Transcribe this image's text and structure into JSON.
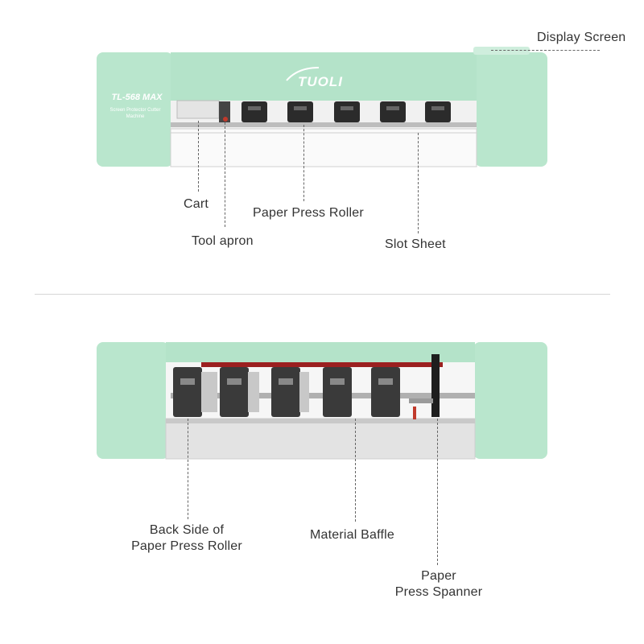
{
  "top_view": {
    "brand": "TUOLI",
    "model": "TL-568 MAX",
    "subtitle_line1": "Screen Protector Cutter",
    "subtitle_line2": "Machine",
    "labels": {
      "display_screen": "Display Screen",
      "cart": "Cart",
      "paper_press_roller": "Paper Press Roller",
      "tool_apron": "Tool apron",
      "slot_sheet": "Slot Sheet"
    }
  },
  "back_view": {
    "labels": {
      "back_side_line1": "Back Side of",
      "back_side_line2": "Paper Press Roller",
      "material_baffle": "Material Baffle",
      "paper_press_spanner_line1": "Paper",
      "paper_press_spanner_line2": "Press Spanner"
    }
  },
  "colors": {
    "body_green": "#b8e6cc",
    "body_green_dark": "#a3d9bb",
    "metal": "#d9d9d9",
    "roller": "#2b2b2b",
    "accent_red": "#c0392b"
  }
}
